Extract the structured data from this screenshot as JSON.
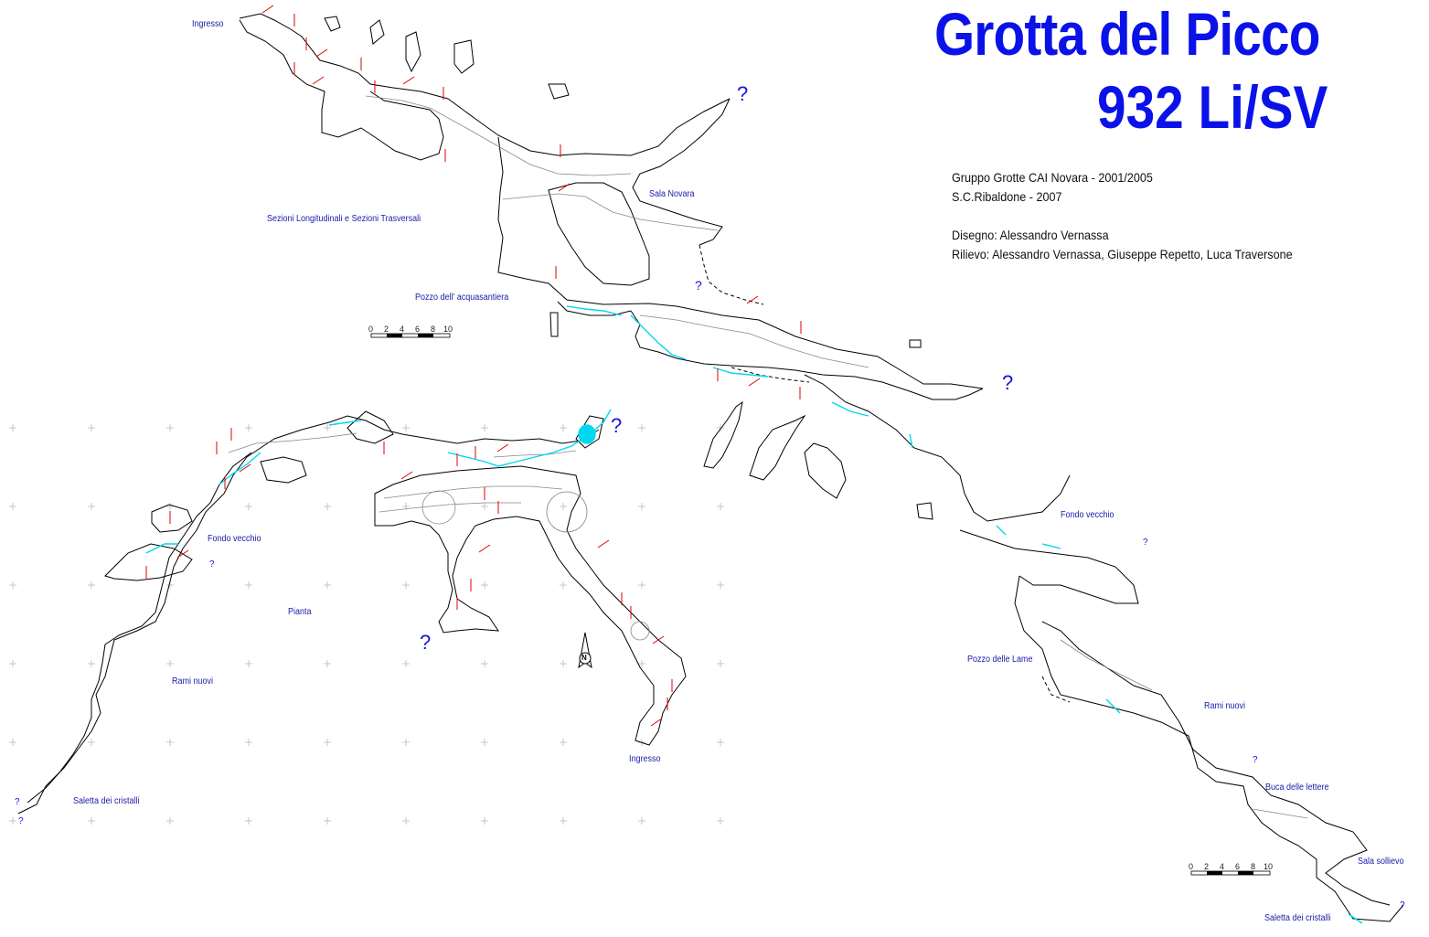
{
  "title": "Grotta del Picco",
  "cave_code": "932 Li/SV",
  "credits": {
    "group": "Gruppo Grotte CAI Novara - 2001/2005",
    "second_group": "S.C.Ribaldone - 2007",
    "drawing": "Disegno: Alessandro Vernassa",
    "survey": "Rilievo: Alessandro Vernassa,  Giuseppe Repetto, Luca Traversone"
  },
  "section_view": {
    "heading": "Sezioni Longitudinali e Sezioni Trasversali",
    "labels": {
      "ingresso": "Ingresso",
      "sala_novara": "Sala Novara",
      "pozzo_acquasantiera": "Pozzo dell' acquasantiera",
      "fondo_vecchio": "Fondo vecchio",
      "pozzo_lame": "Pozzo delle Lame",
      "rami_nuovi": "Rami nuovi",
      "buca_lettere": "Buca delle lettere",
      "sala_sollievo": "Sala sollievo",
      "saletta_cristalli": "Saletta dei cristalli"
    }
  },
  "plan_view": {
    "heading": "Pianta",
    "labels": {
      "fondo_vecchio": "Fondo vecchio",
      "rami_nuovi": "Rami nuovi",
      "ingresso": "Ingresso",
      "saletta_cristalli": "Saletta dei cristalli"
    },
    "north": "N"
  },
  "unknown_marker": "?",
  "scale_bar": {
    "ticks": [
      "0",
      "2",
      "4",
      "6",
      "8",
      "10"
    ]
  },
  "colors": {
    "title": "#0b12e8",
    "labels": "#1a1aa8",
    "water": "#00d8f0",
    "section_marks": "#e00000",
    "walls": "#000000",
    "details": "#777777"
  }
}
